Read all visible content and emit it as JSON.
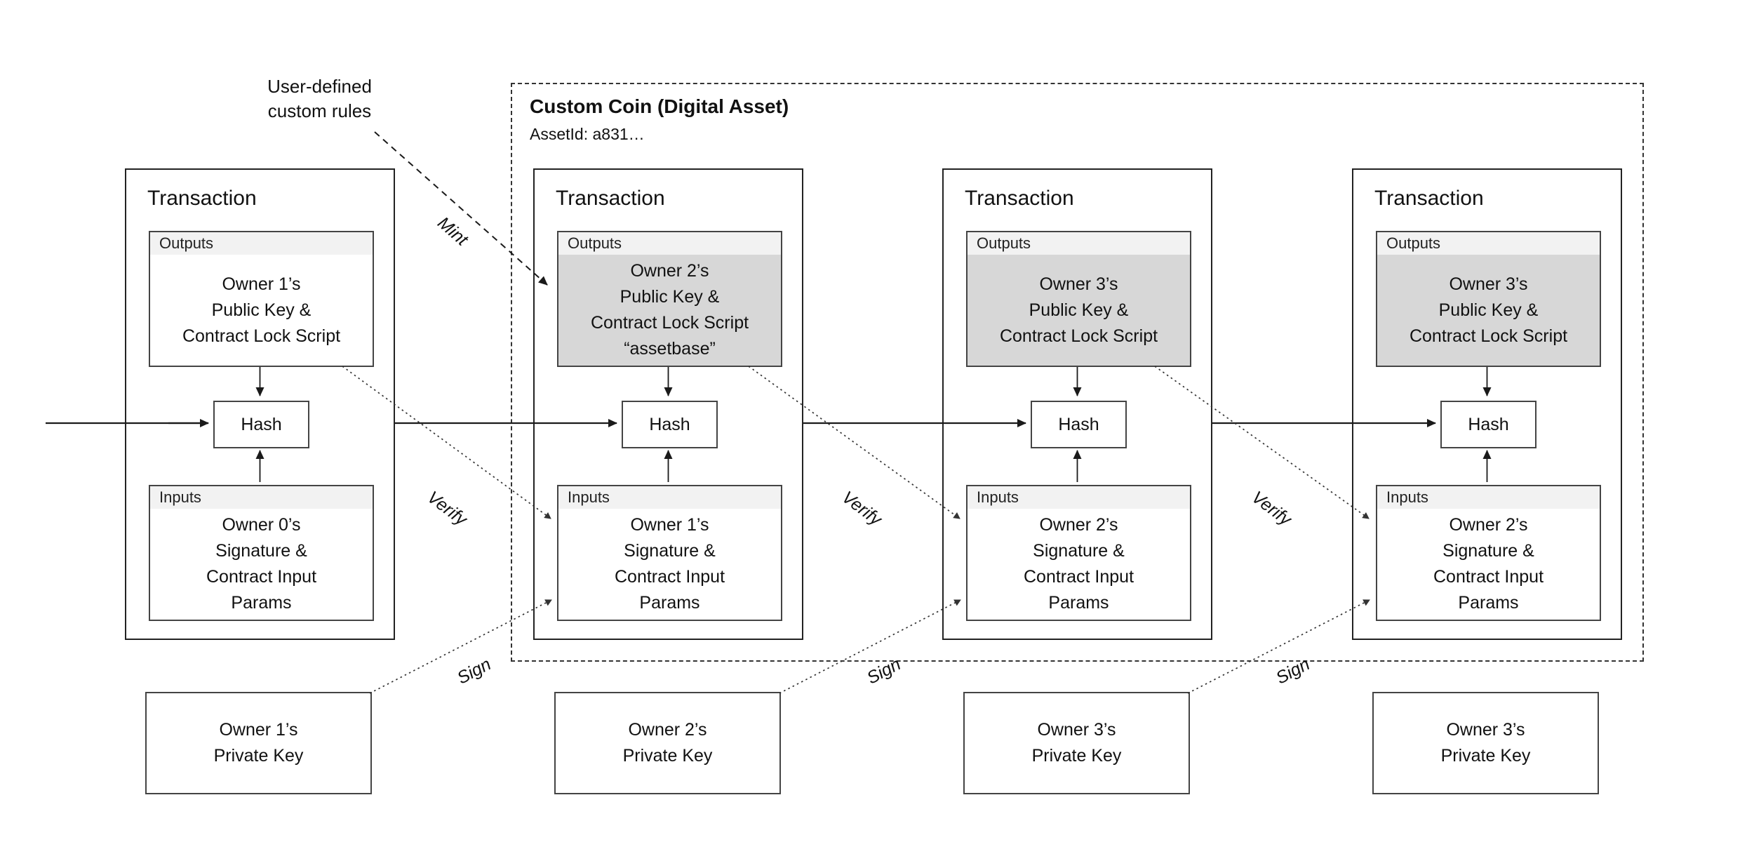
{
  "diagram": {
    "custom_rules_note": "User-defined custom rules",
    "labels": {
      "mint": "Mint",
      "verify": "Verify",
      "sign": "Sign"
    },
    "asset_group": {
      "title": "Custom Coin (Digital Asset)",
      "asset_id": "AssetId: a831…"
    }
  },
  "transactions": [
    {
      "title": "Transaction",
      "outputs_header": "Outputs",
      "outputs_body": "Owner 1’s\nPublic Key &\nContract Lock Script",
      "hash": "Hash",
      "inputs_header": "Inputs",
      "inputs_body": "Owner 0’s\nSignature &\nContract Input\nParams"
    },
    {
      "title": "Transaction",
      "outputs_header": "Outputs",
      "outputs_body": "Owner 2’s\nPublic Key &\nContract Lock Script\n“assetbase”",
      "hash": "Hash",
      "inputs_header": "Inputs",
      "inputs_body": "Owner 1’s\nSignature &\nContract Input\nParams"
    },
    {
      "title": "Transaction",
      "outputs_header": "Outputs",
      "outputs_body": "Owner 3’s\nPublic Key &\nContract Lock Script",
      "hash": "Hash",
      "inputs_header": "Inputs",
      "inputs_body": "Owner 2’s\nSignature &\nContract Input\nParams"
    },
    {
      "title": "Transaction",
      "outputs_header": "Outputs",
      "outputs_body": "Owner 3’s\nPublic Key &\nContract Lock Script",
      "hash": "Hash",
      "inputs_header": "Inputs",
      "inputs_body": "Owner 2’s\nSignature &\nContract Input\nParams"
    }
  ],
  "private_keys": [
    "Owner 1’s\nPrivate Key",
    "Owner 2’s\nPrivate Key",
    "Owner 3’s\nPrivate Key",
    "Owner 3’s\nPrivate Key"
  ]
}
